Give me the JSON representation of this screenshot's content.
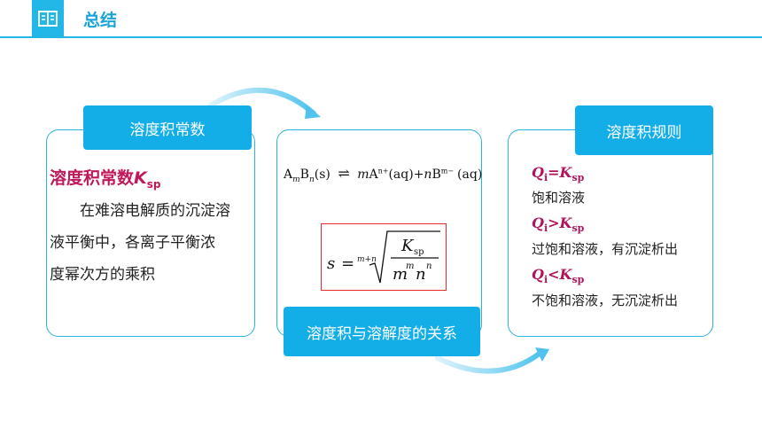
{
  "header": {
    "title": "总结",
    "icon": "book-icon",
    "accent": "#22b7e6"
  },
  "left_panel": {
    "tag": "溶度积常数",
    "heading_main": "溶度积常数",
    "heading_k": "K",
    "heading_sub": "sp",
    "lines": [
      "在难溶电解质的沉淀溶",
      "液平衡中，各离子平衡浓",
      "度幂次方的乘积"
    ]
  },
  "center_panel": {
    "tag": "溶度积与溶解度的关系",
    "equation": "AmBn(s) ⇌ mA^n+(aq) + nB^m−(aq)",
    "formula": "s = (m+n)√(Ksp / (m^m n^n))",
    "eq": {
      "A": "A",
      "m": "m",
      "B": "B",
      "n": "n",
      "s": "(s)",
      "arrow": "⇌",
      "nplus": "n+",
      "aq": "(aq)",
      "plus": "+",
      "mminus": "m−"
    },
    "f": {
      "s": "s",
      "eq": "=",
      "root_index": "m+n",
      "K": "K",
      "sp": "sp",
      "m": "m",
      "n": "n"
    }
  },
  "right_panel": {
    "tag": "溶度积规则",
    "rules": [
      {
        "q": "Q",
        "qsub": "i",
        "op": "=",
        "k": "K",
        "ksub": "sp",
        "text": "饱和溶液"
      },
      {
        "q": "Q",
        "qsub": "i",
        "op": ">",
        "k": "K",
        "ksub": "sp",
        "text": "过饱和溶液，有沉淀析出"
      },
      {
        "q": "Q",
        "qsub": "i",
        "op": "<",
        "k": "K",
        "ksub": "sp",
        "text": "不饱和溶液，无沉淀析出"
      }
    ]
  }
}
